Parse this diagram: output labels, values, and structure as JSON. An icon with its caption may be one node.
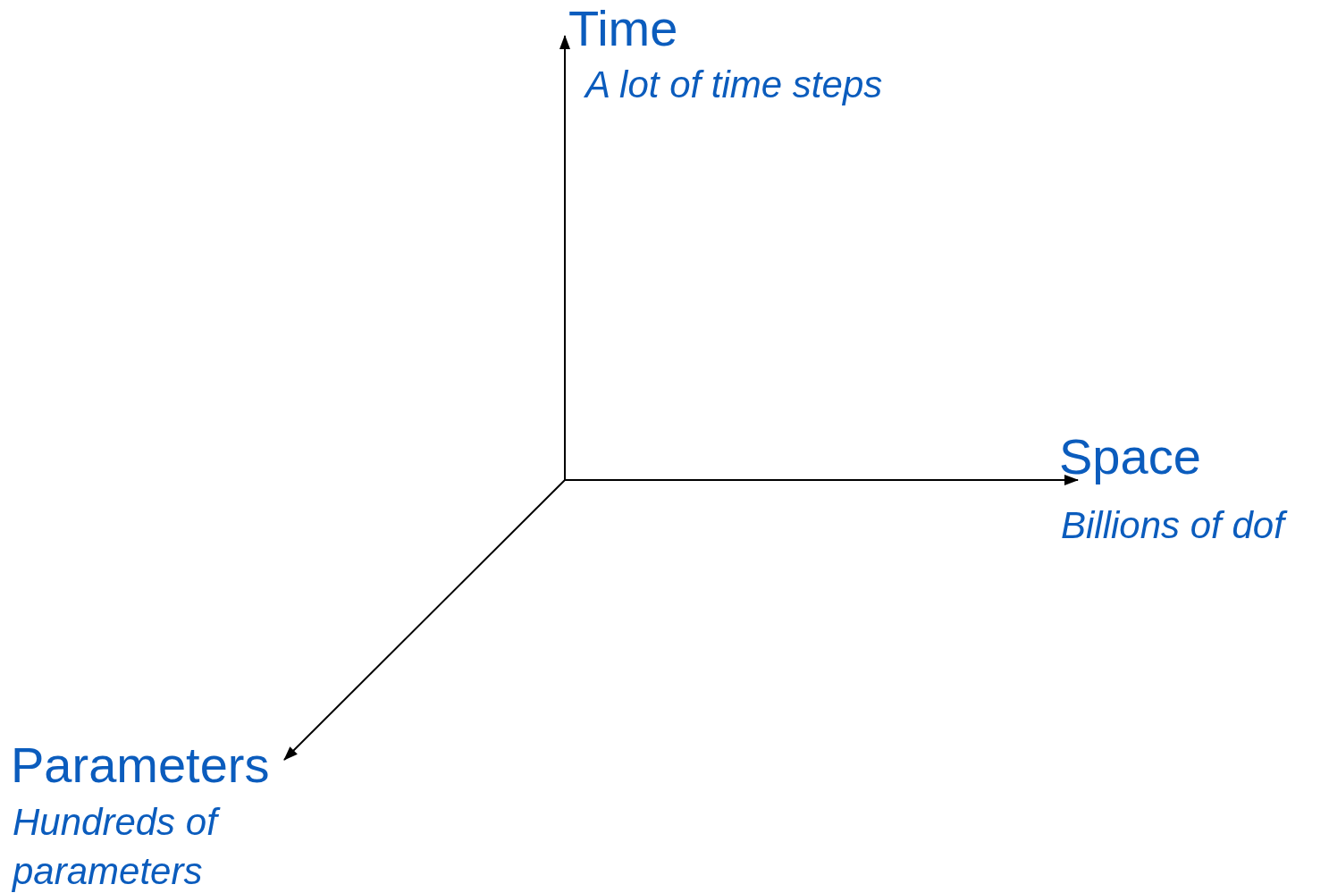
{
  "diagram": {
    "labels": [
      "Time",
      "A lot of time steps",
      "Space",
      "Billions of dof",
      "Parameters",
      "Hundreds of parameters"
    ]
  }
}
